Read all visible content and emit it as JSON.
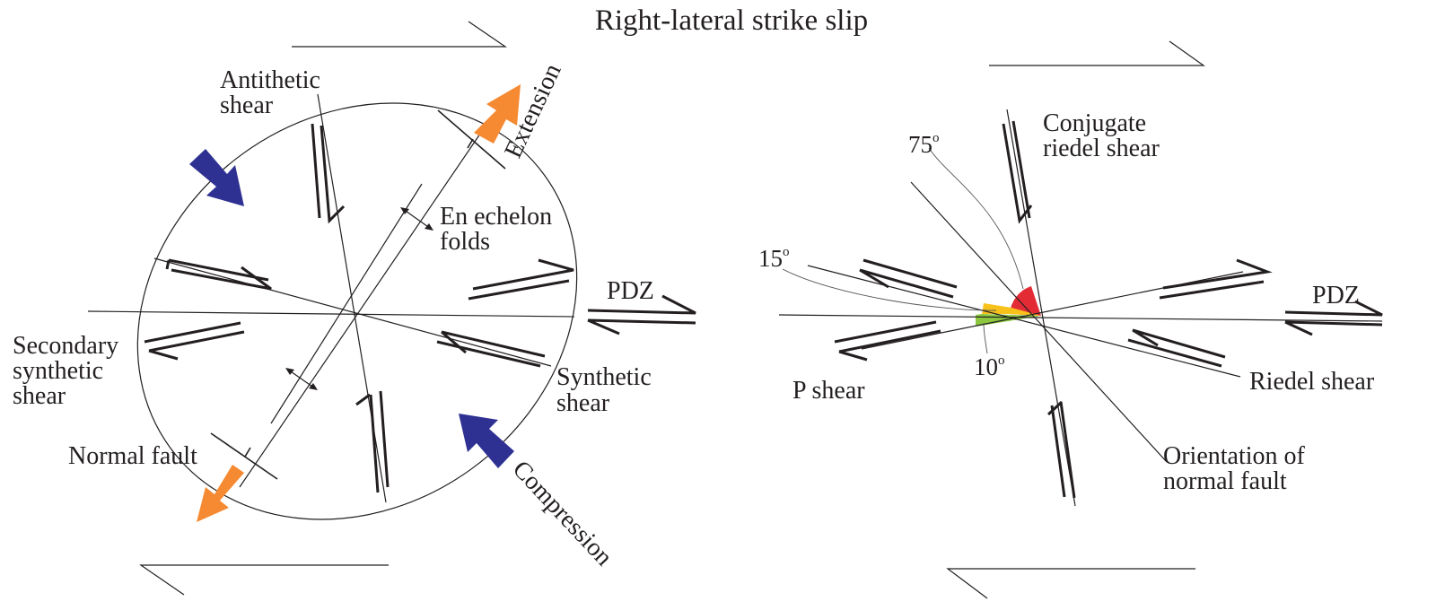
{
  "title": "Right-lateral strike slip",
  "colors": {
    "ink": "#231f20",
    "extension": "#f58a33",
    "compression": "#2e3192",
    "angle_75": "#e32b36",
    "angle_15": "#f8c21b",
    "angle_10": "#8dc63f"
  },
  "left_diagram": {
    "labels": {
      "antithetic": [
        "Antithetic",
        "shear"
      ],
      "extension": "Extension",
      "en_echelon": [
        "En echelon",
        "folds"
      ],
      "pdz": "PDZ",
      "secondary": [
        "Secondary",
        "synthetic",
        "shear"
      ],
      "synthetic": [
        "Synthetic",
        "shear"
      ],
      "normal_fault": "Normal fault",
      "compression": "Compression"
    }
  },
  "right_diagram": {
    "labels": {
      "conjugate": [
        "Conjugate",
        "riedel shear"
      ],
      "pdz": "PDZ",
      "p_shear": "P shear",
      "riedel": "Riedel shear",
      "normal_orientation": [
        "Orientation of",
        "normal fault"
      ]
    },
    "angles": {
      "a75": "75",
      "a15": "15",
      "a10": "10",
      "degree_symbol": "o"
    }
  }
}
